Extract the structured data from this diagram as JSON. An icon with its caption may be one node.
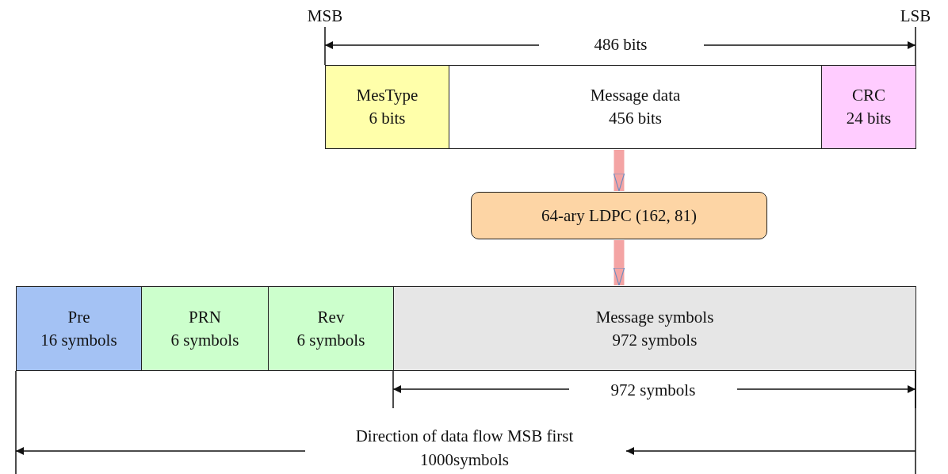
{
  "diagram": {
    "nodes": [
      {
        "text": [
          "MesType",
          "6 bits"
        ]
      },
      {
        "text": [
          "Message data",
          "456 bits"
        ]
      },
      {
        "text": [
          "CRC",
          "24 bits"
        ]
      },
      {
        "text": [
          "64-ary LDPC (162, 81)"
        ]
      },
      {
        "text": [
          "Pre",
          "16 symbols"
        ]
      },
      {
        "text": [
          "PRN",
          "6 symbols"
        ]
      },
      {
        "text": [
          "Rev",
          "6 symbols"
        ]
      },
      {
        "text": [
          "Message symbols",
          "972 symbols"
        ]
      }
    ],
    "edges": [
      {
        "from": 1,
        "to": 3,
        "arrow": "to"
      },
      {
        "from": 3,
        "to": 7,
        "arrow": "to"
      }
    ],
    "labels": [
      "MSB",
      "LSB",
      "486 bits",
      "972 symbols",
      "Direction of data flow MSB first",
      "1000symbols"
    ]
  }
}
